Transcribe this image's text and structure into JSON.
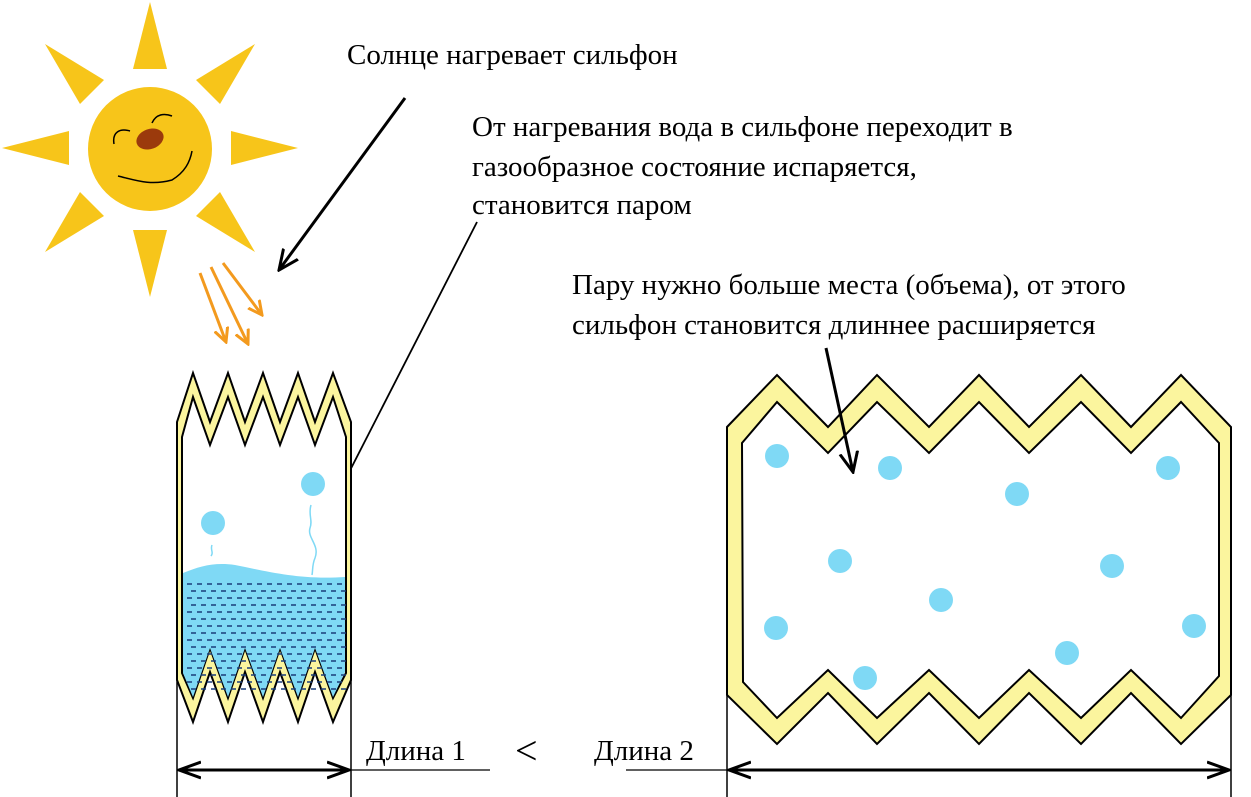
{
  "captions": {
    "sun_heats": "Солнце нагревает сильфон",
    "evaporation": [
      "От нагревания вода в сильфоне переходит в",
      "газообразное состояние испаряется,",
      "становится паром"
    ],
    "expansion": [
      "Пару нужно больше места (объема), от этого",
      "сильфон становится длиннее расширяется"
    ]
  },
  "dimensions": {
    "length1": "Длина 1",
    "comparison": "<",
    "length2": "Длина 2"
  },
  "colors": {
    "sun": "#f7c51a",
    "bellows": "#fbf59e",
    "water": "#7fd9f5",
    "heat_rays": "#f39a1e"
  }
}
